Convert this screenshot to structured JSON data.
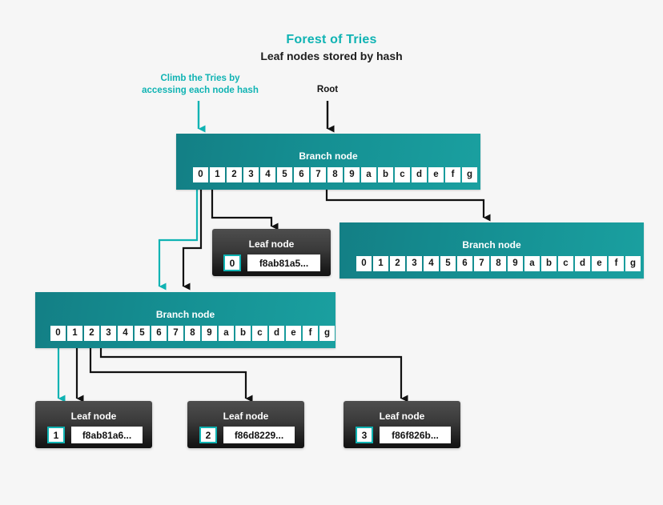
{
  "header": {
    "title": "Forest of Tries",
    "subtitle": "Leaf nodes stored by hash",
    "title_color": "#0fb3b3",
    "subtitle_color": "#1d1d1d"
  },
  "annotations": [
    {
      "name": "climb-annotation",
      "text": "Climb the Tries by accessing each node hash",
      "line1": "Climb the Tries by",
      "line2": "accessing each node hash",
      "color": "#0fb3b3"
    },
    {
      "name": "root-annotation",
      "text": "Root",
      "color": "#111111"
    }
  ],
  "colors": {
    "teal": "#0fb3b3",
    "branch_teal_left": "#137f85",
    "branch_teal_right": "#1aa0a0",
    "leaf_dark_top": "#4e4e4e",
    "leaf_dark_bottom": "#121212",
    "background": "#f6f6f6",
    "arrow_black": "#111111",
    "cell_white": "#ffffff"
  },
  "branch_nodes": [
    {
      "id": "branch-root",
      "label": "Branch node",
      "cells": [
        "0",
        "1",
        "2",
        "3",
        "4",
        "5",
        "6",
        "7",
        "8",
        "9",
        "a",
        "b",
        "c",
        "d",
        "e",
        "f",
        "g"
      ]
    },
    {
      "id": "branch-right",
      "label": "Branch node",
      "cells": [
        "0",
        "1",
        "2",
        "3",
        "4",
        "5",
        "6",
        "7",
        "8",
        "9",
        "a",
        "b",
        "c",
        "d",
        "e",
        "f",
        "g"
      ]
    },
    {
      "id": "branch-left",
      "label": "Branch node",
      "cells": [
        "0",
        "1",
        "2",
        "3",
        "4",
        "5",
        "6",
        "7",
        "8",
        "9",
        "a",
        "b",
        "c",
        "d",
        "e",
        "f",
        "g"
      ]
    }
  ],
  "leaf_nodes": [
    {
      "id": "leaf-0",
      "label": "Leaf node",
      "index": "0",
      "hash": "f8ab81a5..."
    },
    {
      "id": "leaf-1",
      "label": "Leaf node",
      "index": "1",
      "hash": "f8ab81a6..."
    },
    {
      "id": "leaf-2",
      "label": "Leaf node",
      "index": "2",
      "hash": "f86d8229..."
    },
    {
      "id": "leaf-3",
      "label": "Leaf node",
      "index": "3",
      "hash": "f86f826b..."
    }
  ]
}
